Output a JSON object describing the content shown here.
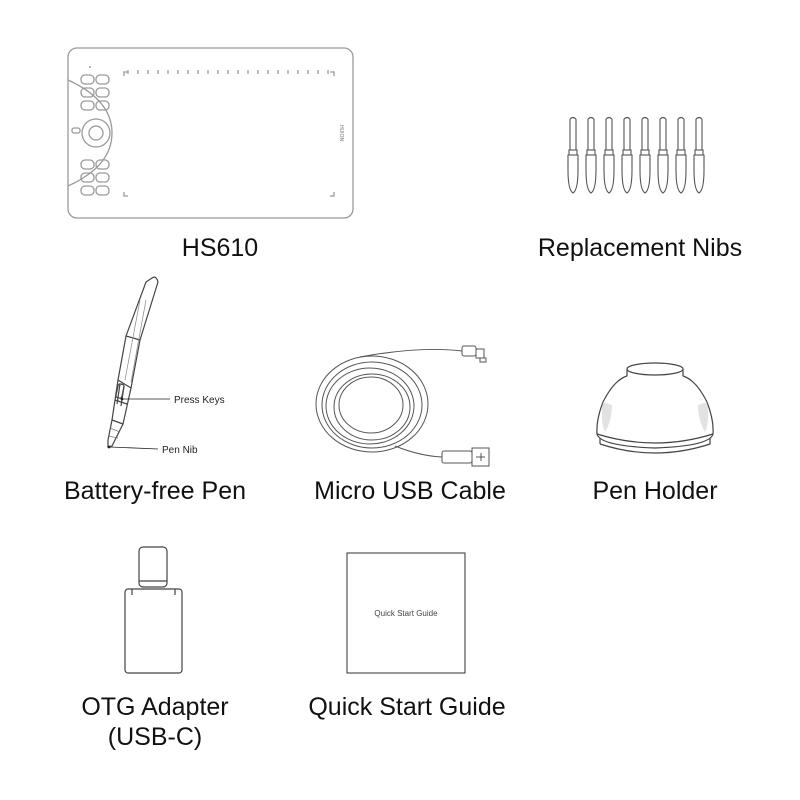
{
  "items": {
    "tablet": {
      "caption": "HS610",
      "brand_mark": "HUION"
    },
    "nibs": {
      "caption": "Replacement Nibs",
      "count": 8
    },
    "pen": {
      "caption": "Battery-free Pen",
      "callout_keys": "Press Keys",
      "callout_nib": "Pen Nib"
    },
    "cable": {
      "caption": "Micro USB Cable"
    },
    "holder": {
      "caption": "Pen Holder"
    },
    "otg": {
      "caption_line1": "OTG Adapter",
      "caption_line2": "(USB-C)"
    },
    "guide": {
      "caption": "Quick Start Guide",
      "cover_text": "Quick Start Guide"
    }
  },
  "colors": {
    "line": "#9a9a9a",
    "dark_line": "#333333",
    "text": "#111111"
  }
}
